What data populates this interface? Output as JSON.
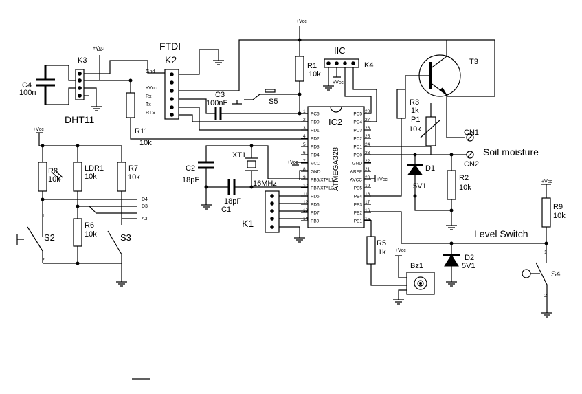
{
  "labels": {
    "vcc": "+Vcc",
    "ftdi": "FTDI",
    "k2": "K2",
    "k3": "K3",
    "k4": "K4",
    "k1": "K1",
    "iic": "IIC",
    "c4": "C4",
    "c4v": "100n",
    "dht": "DHT11",
    "r1": "R1",
    "r1v": "10k",
    "c3": "C3",
    "c3v": "100nF",
    "s5": "S5",
    "r11": "R11",
    "r11v": "10k",
    "xt1": "XT1",
    "xtv": "16MHz",
    "c2": "C2",
    "c2v": "18pF",
    "c1": "C1",
    "c1v": "18pF",
    "ic2": "IC2",
    "atmega": "ATMEGA328",
    "r8": "R8",
    "r8v": "10k",
    "ldr": "LDR1",
    "ldrv": "10k",
    "r7": "R7",
    "r7v": "10k",
    "r6": "R6",
    "r6v": "10k",
    "s2": "S2",
    "s3": "S3",
    "d4": "D4",
    "d3": "D3",
    "a3": "A3",
    "t3": "T3",
    "r3": "R3",
    "r3v": "1k",
    "p1": "P1",
    "p1v": "10k",
    "cn1": "CN1",
    "cn2": "CN2",
    "soil": "Soil moisture",
    "d1": "D1",
    "d1v": "5V1",
    "r2": "R2",
    "r2v": "10k",
    "r5": "R5",
    "r5v": "1k",
    "bz1": "Bz1",
    "d2": "D2",
    "d2v": "5V1",
    "r9": "R9",
    "r9v": "10k",
    "level": "Level Switch",
    "s4": "S4",
    "one": "1",
    "two": "2"
  },
  "k2_pins": [
    "Gnd",
    "+Vcc",
    "Rx",
    "Tx",
    "RTS"
  ],
  "ic_left": [
    {
      "pin": "1",
      "name": "PC6"
    },
    {
      "pin": "2",
      "name": "PD0"
    },
    {
      "pin": "3",
      "name": "PD1"
    },
    {
      "pin": "4",
      "name": "PD2"
    },
    {
      "pin": "5",
      "name": "PD3"
    },
    {
      "pin": "6",
      "name": "PD4"
    },
    {
      "pin": "7",
      "name": "VCC"
    },
    {
      "pin": "8",
      "name": "GND"
    },
    {
      "pin": "9",
      "name": "PB6/XTAL1"
    },
    {
      "pin": "10",
      "name": "PB7/XTAL2"
    },
    {
      "pin": "11",
      "name": "PD5"
    },
    {
      "pin": "12",
      "name": "PD6"
    },
    {
      "pin": "13",
      "name": "PD7"
    },
    {
      "pin": "14",
      "name": "PB0"
    }
  ],
  "ic_right": [
    {
      "pin": "28",
      "name": "PC5"
    },
    {
      "pin": "27",
      "name": "PC4"
    },
    {
      "pin": "26",
      "name": "PC3"
    },
    {
      "pin": "25",
      "name": "PC2"
    },
    {
      "pin": "24",
      "name": "PC1"
    },
    {
      "pin": "23",
      "name": "PC0"
    },
    {
      "pin": "22",
      "name": "GND"
    },
    {
      "pin": "21",
      "name": "AREF"
    },
    {
      "pin": "20",
      "name": "AVCC"
    },
    {
      "pin": "19",
      "name": "PB5"
    },
    {
      "pin": "18",
      "name": "PB4"
    },
    {
      "pin": "17",
      "name": "PB3"
    },
    {
      "pin": "16",
      "name": "PB2"
    },
    {
      "pin": "15",
      "name": "PB1"
    }
  ]
}
